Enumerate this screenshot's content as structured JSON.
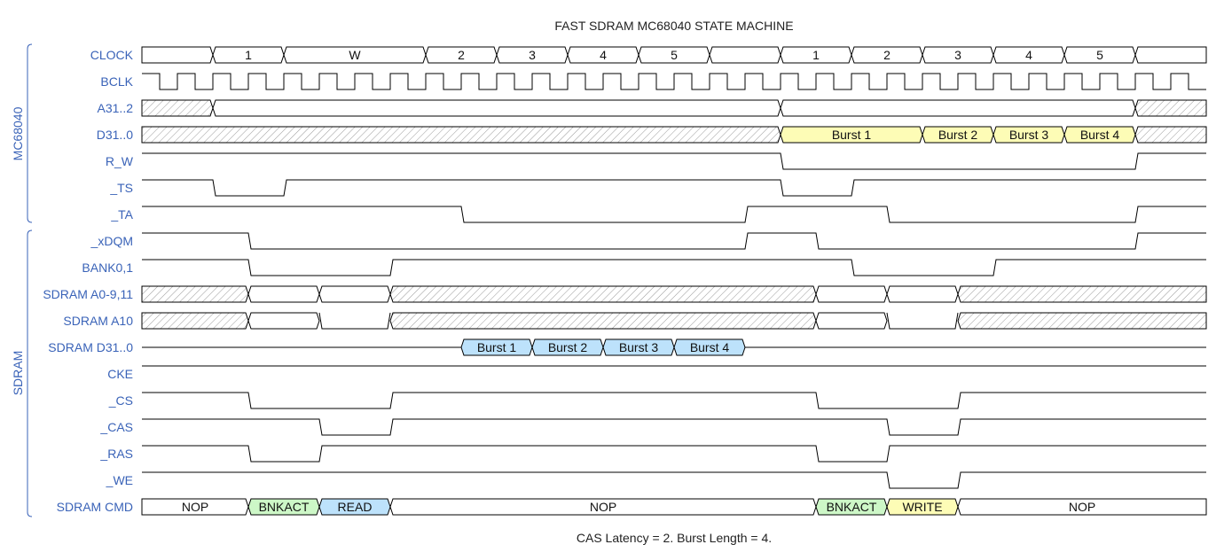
{
  "title": "FAST SDRAM MC68040 STATE MACHINE",
  "footer": "CAS Latency = 2. Burst Length = 4.",
  "groups": [
    "MC68040",
    "SDRAM"
  ],
  "colors": {
    "label": "#3a63b8",
    "yellow": "#fdfcb6",
    "blue": "#bde2fb",
    "green": "#cdf7c7",
    "hatch": "#9a9a9a"
  },
  "signals": [
    {
      "name": "CLOCK",
      "type": "bus",
      "segs": [
        {
          "s": 0,
          "e": 2,
          "label": ""
        },
        {
          "s": 2,
          "e": 4,
          "label": "1"
        },
        {
          "s": 4,
          "e": 8,
          "label": "W"
        },
        {
          "s": 8,
          "e": 10,
          "label": "2"
        },
        {
          "s": 10,
          "e": 12,
          "label": "3"
        },
        {
          "s": 12,
          "e": 14,
          "label": "4"
        },
        {
          "s": 14,
          "e": 16,
          "label": "5"
        },
        {
          "s": 16,
          "e": 18,
          "label": ""
        },
        {
          "s": 18,
          "e": 20,
          "label": "1"
        },
        {
          "s": 20,
          "e": 22,
          "label": "2"
        },
        {
          "s": 22,
          "e": 24,
          "label": "3"
        },
        {
          "s": 24,
          "e": 26,
          "label": "4"
        },
        {
          "s": 26,
          "e": 28,
          "label": "5"
        },
        {
          "s": 28,
          "e": 30,
          "label": ""
        }
      ]
    },
    {
      "name": "BCLK",
      "type": "clock"
    },
    {
      "name": "A31..2",
      "type": "bus",
      "segs": [
        {
          "s": 0,
          "e": 2,
          "hatch": true
        },
        {
          "s": 2,
          "e": 18,
          "label": ""
        },
        {
          "s": 18,
          "e": 28,
          "label": ""
        },
        {
          "s": 28,
          "e": 30,
          "hatch": true
        }
      ]
    },
    {
      "name": "D31..0",
      "type": "bus",
      "segs": [
        {
          "s": 0,
          "e": 18,
          "hatch": true
        },
        {
          "s": 18,
          "e": 22,
          "label": "Burst 1",
          "fill": "yellow"
        },
        {
          "s": 22,
          "e": 24,
          "label": "Burst 2",
          "fill": "yellow"
        },
        {
          "s": 24,
          "e": 26,
          "label": "Burst 3",
          "fill": "yellow"
        },
        {
          "s": 26,
          "e": 28,
          "label": "Burst 4",
          "fill": "yellow"
        },
        {
          "s": 28,
          "e": 30,
          "hatch": true
        }
      ]
    },
    {
      "name": "R_W",
      "type": "digital",
      "init": 1,
      "t": [
        18,
        28
      ]
    },
    {
      "name": "_TS",
      "type": "digital",
      "init": 1,
      "t": [
        2,
        4,
        18,
        20
      ]
    },
    {
      "name": "_TA",
      "type": "digital",
      "init": 1,
      "t": [
        9,
        17,
        21,
        28
      ]
    },
    {
      "name": "_xDQM",
      "type": "digital",
      "init": 1,
      "t": [
        3,
        17,
        19,
        28
      ]
    },
    {
      "name": "BANK0,1",
      "type": "digital",
      "init": 1,
      "t": [
        3,
        7,
        20,
        24
      ]
    },
    {
      "name": "SDRAM A0-9,11",
      "type": "bus",
      "segs": [
        {
          "s": 0,
          "e": 3,
          "hatch": true
        },
        {
          "s": 3,
          "e": 5,
          "label": ""
        },
        {
          "s": 5,
          "e": 7,
          "label": ""
        },
        {
          "s": 7,
          "e": 19,
          "hatch": true
        },
        {
          "s": 19,
          "e": 21,
          "label": ""
        },
        {
          "s": 21,
          "e": 23,
          "label": ""
        },
        {
          "s": 23,
          "e": 30,
          "hatch": true
        }
      ]
    },
    {
      "name": "SDRAM A10",
      "type": "mixed",
      "segs": [
        {
          "s": 0,
          "e": 3,
          "hatch": true
        },
        {
          "s": 3,
          "e": 5,
          "label": ""
        },
        {
          "s": 5,
          "e": 7,
          "line": "low"
        },
        {
          "s": 7,
          "e": 19,
          "hatch": true
        },
        {
          "s": 19,
          "e": 21,
          "label": ""
        },
        {
          "s": 21,
          "e": 23,
          "line": "low"
        },
        {
          "s": 23,
          "e": 30,
          "hatch": true
        }
      ]
    },
    {
      "name": "SDRAM D31..0",
      "type": "mixed",
      "segs": [
        {
          "s": 0,
          "e": 9,
          "line": "mid"
        },
        {
          "s": 9,
          "e": 11,
          "label": "Burst 1",
          "fill": "blue"
        },
        {
          "s": 11,
          "e": 13,
          "label": "Burst 2",
          "fill": "blue"
        },
        {
          "s": 13,
          "e": 15,
          "label": "Burst 3",
          "fill": "blue"
        },
        {
          "s": 15,
          "e": 17,
          "label": "Burst 4",
          "fill": "blue"
        },
        {
          "s": 17,
          "e": 30,
          "line": "mid"
        }
      ]
    },
    {
      "name": "CKE",
      "type": "digital",
      "init": 1,
      "t": []
    },
    {
      "name": "_CS",
      "type": "digital",
      "init": 1,
      "t": [
        3,
        7,
        19,
        23
      ]
    },
    {
      "name": "_CAS",
      "type": "digital",
      "init": 1,
      "t": [
        5,
        7,
        21,
        23
      ]
    },
    {
      "name": "_RAS",
      "type": "digital",
      "init": 1,
      "t": [
        3,
        5,
        19,
        21
      ]
    },
    {
      "name": "_WE",
      "type": "digital",
      "init": 1,
      "t": [
        21,
        23
      ]
    },
    {
      "name": "SDRAM CMD",
      "type": "bus",
      "segs": [
        {
          "s": 0,
          "e": 3,
          "label": "NOP"
        },
        {
          "s": 3,
          "e": 5,
          "label": "BNKACT",
          "fill": "green"
        },
        {
          "s": 5,
          "e": 7,
          "label": "READ",
          "fill": "blue"
        },
        {
          "s": 7,
          "e": 19,
          "label": "NOP"
        },
        {
          "s": 19,
          "e": 21,
          "label": "BNKACT",
          "fill": "green"
        },
        {
          "s": 21,
          "e": 23,
          "label": "WRITE",
          "fill": "yellow"
        },
        {
          "s": 23,
          "e": 30,
          "label": "NOP"
        }
      ]
    }
  ]
}
